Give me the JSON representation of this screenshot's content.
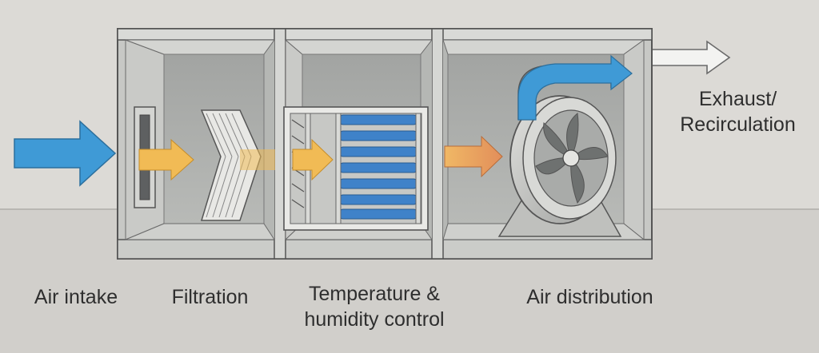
{
  "labels": {
    "air_intake": "Air intake",
    "filtration": "Filtration",
    "temperature_line1": "Temperature &",
    "temperature_line2": "humidity control",
    "air_distribution": "Air distribution",
    "exhaust_line1": "Exhaust/",
    "exhaust_line2": "Recirculation"
  },
  "colors": {
    "background": "#dcdad6",
    "floor": "#d2d0cc",
    "housing": "#cfd0cd",
    "housing_stroke": "#5c5c5c",
    "inner_back": "#a9aba9",
    "intake_arrow": "#3f9ad6",
    "filter_arrow": "#f1bb55",
    "coil_arrow": "#f1bb55",
    "heated_arrow": "#e59860",
    "fan_outlet_arrow": "#3f9ad6",
    "coil_tube": "#3f82c9",
    "exhaust_arrow": "#f2f2f0"
  }
}
